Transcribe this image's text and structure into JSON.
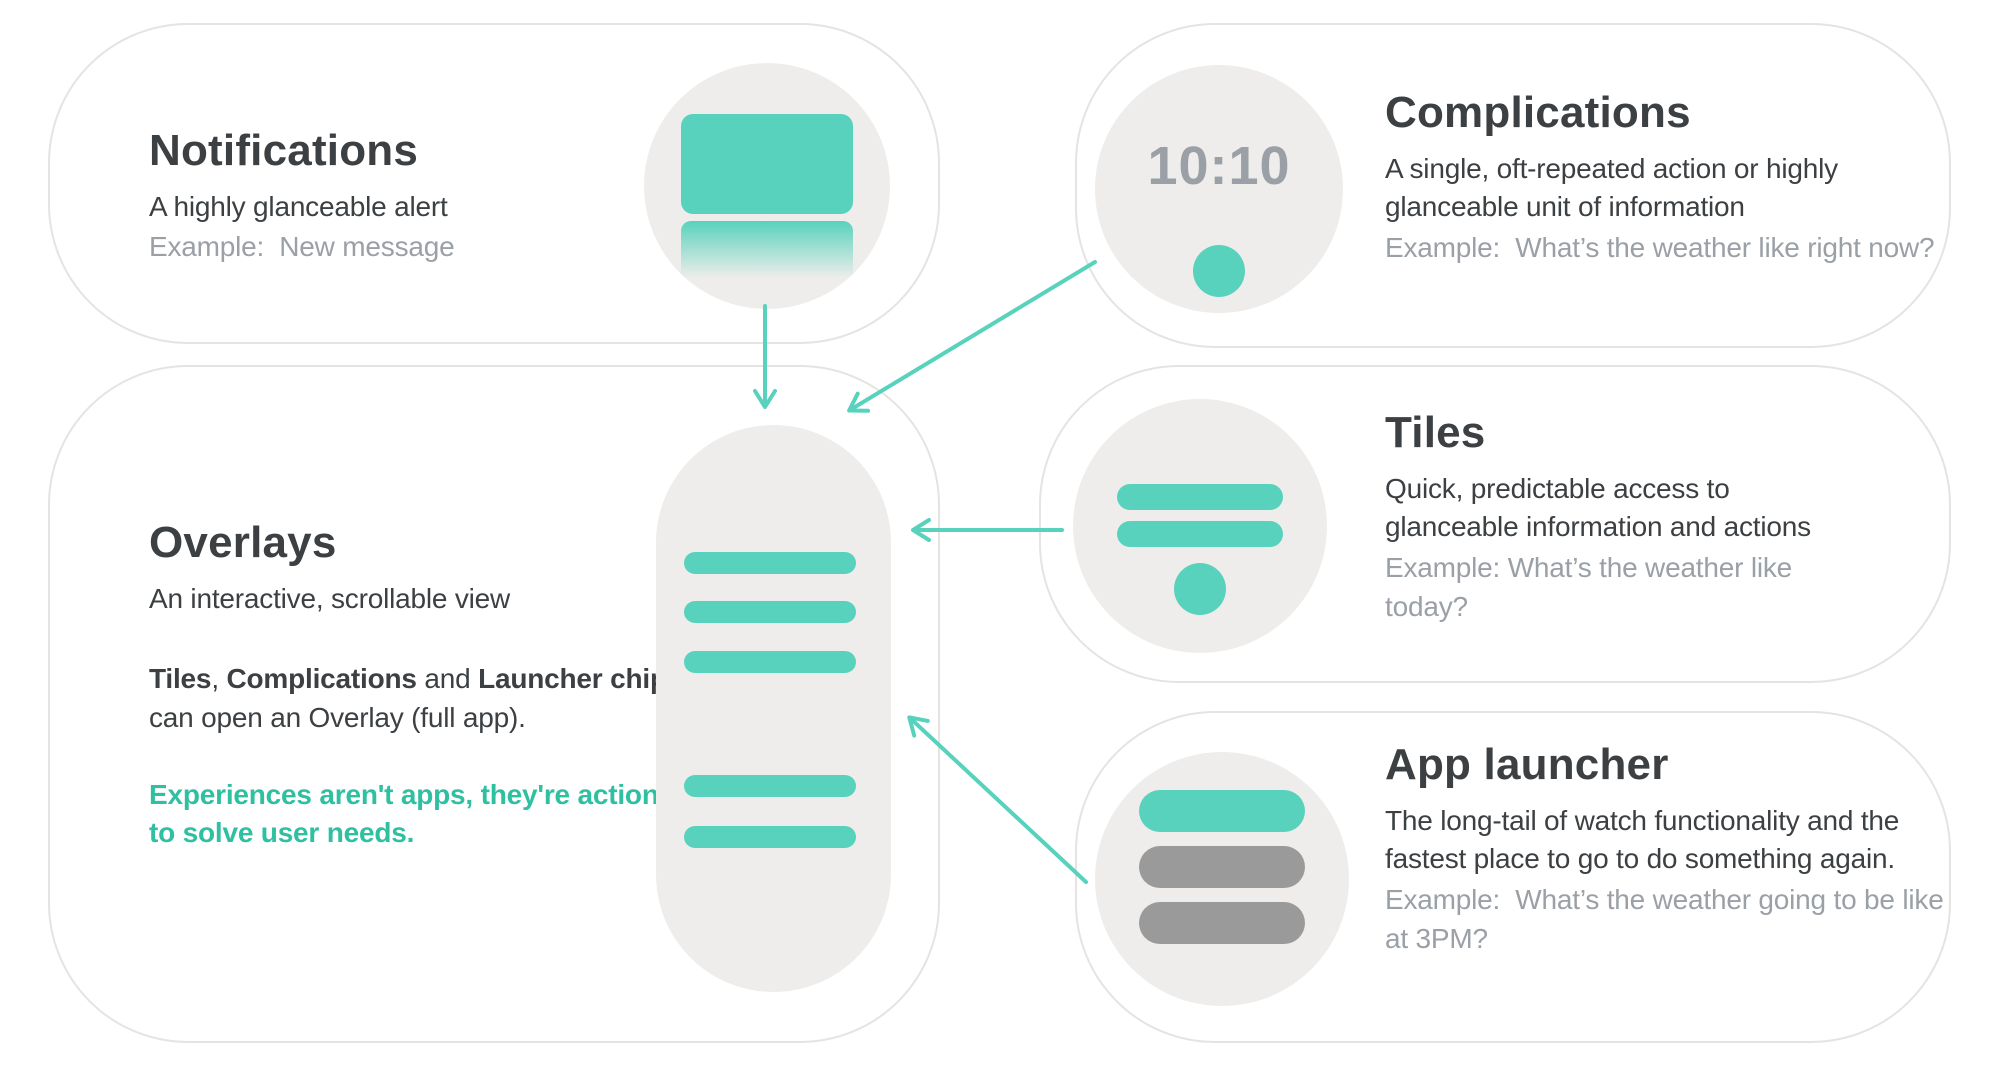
{
  "colors": {
    "teal": "#58D2BC",
    "teal_text": "#2FBFA1",
    "chip_gray": "#9A9A9A",
    "surface_gray": "#EFEDEB",
    "card_border": "#E6E3E0",
    "text_dark": "#3C4043",
    "text_muted": "#9AA0A6"
  },
  "watch": {
    "time": "10:10"
  },
  "cards": {
    "notifications": {
      "title": "Notifications",
      "body": "A highly glanceable alert",
      "example": "Example:  New message"
    },
    "complications": {
      "title": "Complications",
      "body": "A single, oft-repeated action or highly glanceable unit of information",
      "example": "Example:  What’s the weather like right now?"
    },
    "tiles": {
      "title": "Tiles",
      "body": "Quick, predictable access to glanceable information and actions",
      "example": "Example: What’s the weather like today?"
    },
    "app_launcher": {
      "title": "App launcher",
      "body": "The long-tail of watch functionality and the fastest place to go to do something again.",
      "example": "Example:  What’s the weather going to be like at 3PM?"
    },
    "overlays": {
      "title": "Overlays",
      "body": "An interactive, scrollable view",
      "note": [
        {
          "text": "Tiles",
          "bold": true
        },
        {
          "text": ", ",
          "bold": false
        },
        {
          "text": "Complications",
          "bold": true
        },
        {
          "text": " and ",
          "bold": false
        },
        {
          "text": "Launcher chips",
          "bold": true
        },
        {
          "text": " can open an Overlay (full app).",
          "bold": false
        }
      ],
      "highlight": "Experiences aren't apps, they're actions to solve user needs."
    }
  }
}
